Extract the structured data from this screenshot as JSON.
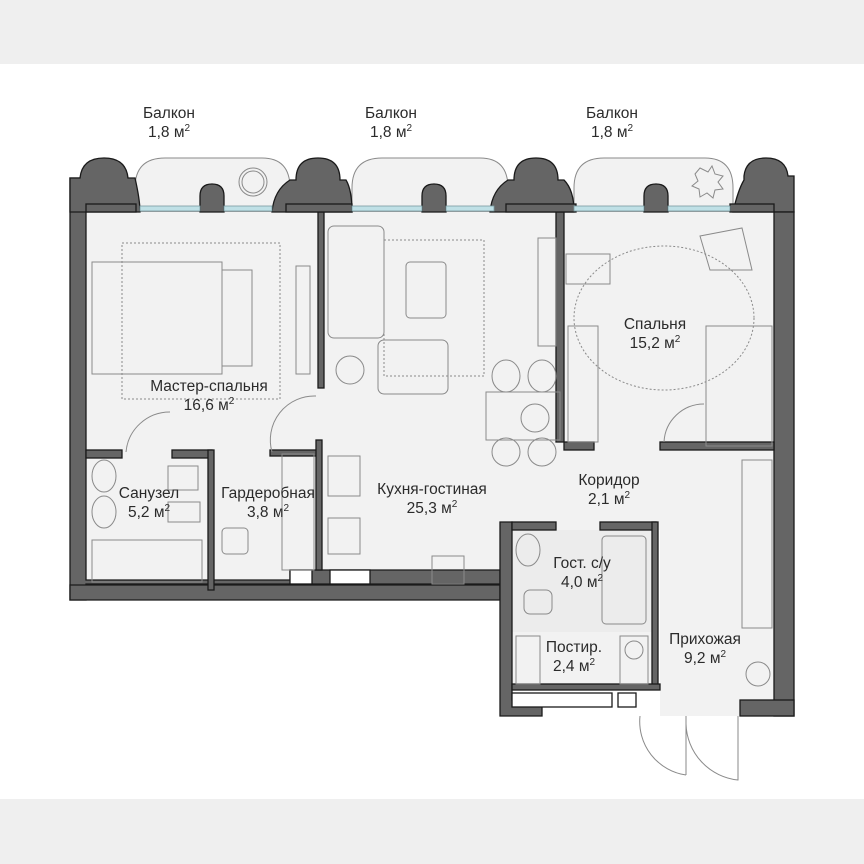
{
  "plan": {
    "colors": {
      "wall_fill": "#656565",
      "wall_stroke": "#1a1a1a",
      "floor": "#f2f2f2",
      "wet_floor": "#e9e9e9",
      "window_glass": "#bfe0e6",
      "furniture_stroke": "#8a8a8a",
      "band": "#efefef",
      "text": "#2b2b2b"
    },
    "area_unit": "м",
    "area_unit_power": "2",
    "rooms": [
      {
        "id": "balcony-1",
        "name": "Балкон",
        "area": "1,8"
      },
      {
        "id": "balcony-2",
        "name": "Балкон",
        "area": "1,8"
      },
      {
        "id": "balcony-3",
        "name": "Балкон",
        "area": "1,8"
      },
      {
        "id": "master-bedroom",
        "name": "Мастер-спальня",
        "area": "16,6"
      },
      {
        "id": "bedroom",
        "name": "Спальня",
        "area": "15,2"
      },
      {
        "id": "kitchen-living",
        "name": "Кухня-гостиная",
        "area": "25,3"
      },
      {
        "id": "bathroom",
        "name": "Санузел",
        "area": "5,2"
      },
      {
        "id": "wardrobe",
        "name": "Гардеробная",
        "area": "3,8"
      },
      {
        "id": "corridor",
        "name": "Коридор",
        "area": "2,1"
      },
      {
        "id": "guest-wc",
        "name": "Гост. с/у",
        "area": "4,0"
      },
      {
        "id": "laundry",
        "name": "Постир.",
        "area": "2,4"
      },
      {
        "id": "hallway",
        "name": "Прихожая",
        "area": "9,2"
      }
    ]
  }
}
